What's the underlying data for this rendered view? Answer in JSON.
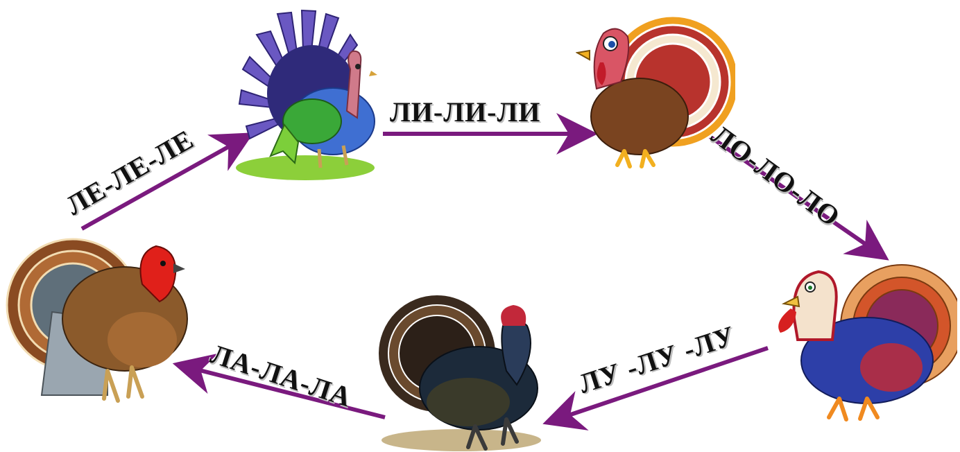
{
  "syllables": {
    "le": "ЛЕ-ЛЕ-ЛЕ",
    "li": "ЛИ-ЛИ-ЛИ",
    "lo": "ЛО-ЛО-ЛО",
    "lu": "ЛУ -ЛУ -ЛУ",
    "la": "ЛА-ЛА-ЛА"
  },
  "colors": {
    "arrow": "#7a1a7e",
    "text": "#111111"
  },
  "turkeys": [
    {
      "name": "purple-turkey-icon",
      "palette": "violet-blue-green"
    },
    {
      "name": "cartoon-turkey-icon",
      "palette": "brown-red-cream"
    },
    {
      "name": "blue-turkey-icon",
      "palette": "blue-orange-red"
    },
    {
      "name": "dark-turkey-icon",
      "palette": "black-bronze"
    },
    {
      "name": "brown-turkey-icon",
      "palette": "brown-grey-red"
    }
  ]
}
